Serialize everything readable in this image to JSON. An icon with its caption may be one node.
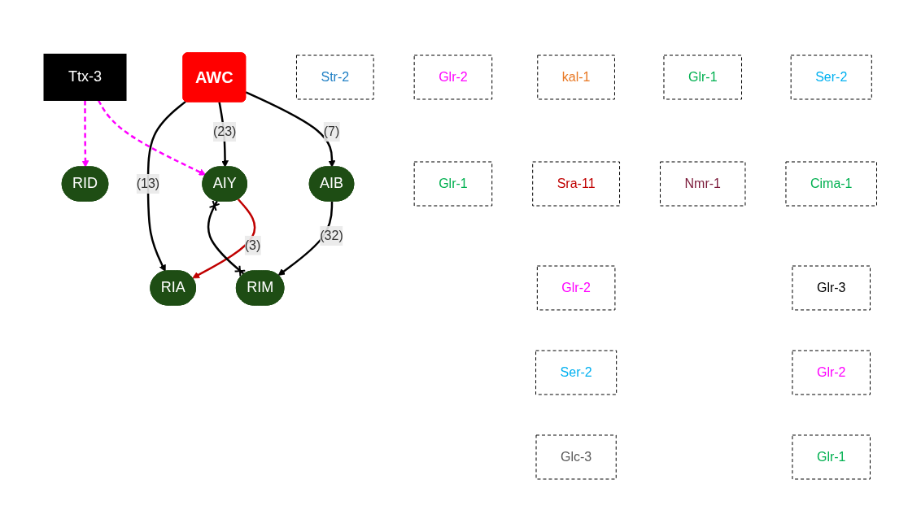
{
  "diagram": {
    "nodes": [
      {
        "text": [
          "Str-2"
        ]
      },
      {
        "text": [
          "AWC"
        ]
      },
      {
        "text": [
          "Ttx-3"
        ]
      },
      {
        "text": [
          "Glr-2"
        ]
      },
      {
        "text": [
          "Glr-1"
        ]
      },
      {
        "text": [
          "kal-1"
        ]
      },
      {
        "text": [
          "Sra-11"
        ]
      },
      {
        "text": [
          "AIB"
        ]
      },
      {
        "text": [
          "AIY"
        ]
      },
      {
        "text": [
          "RID"
        ]
      },
      {
        "text": [
          "Glr-2"
        ]
      },
      {
        "text": [
          "Ser-2"
        ]
      },
      {
        "text": [
          "Glc-3"
        ]
      },
      {
        "text": [
          "Ser-2"
        ]
      },
      {
        "text": [
          "Cima-1"
        ]
      },
      {
        "text": [
          "RIA"
        ]
      },
      {
        "text": [
          "Glr-3"
        ]
      },
      {
        "text": [
          "Glr-2"
        ]
      },
      {
        "text": [
          "Glr-1"
        ]
      },
      {
        "text": [
          "RIM"
        ]
      },
      {
        "text": [
          "Glr-1"
        ]
      },
      {
        "text": [
          "Nmr-1"
        ]
      }
    ],
    "edges": [
      {
        "from": 1,
        "to": 7,
        "arrow": "to",
        "label": "(7)"
      },
      {
        "from": 1,
        "to": 8,
        "arrow": "to",
        "label": "(23)"
      },
      {
        "from": 1,
        "to": 15,
        "arrow": "to",
        "label": "(13)"
      },
      {
        "from": 2,
        "to": 8,
        "arrow": "to",
        "style": "dashed",
        "color": "#ff00ff"
      },
      {
        "from": 2,
        "to": 9,
        "arrow": "to",
        "style": "dashed",
        "color": "#ff00ff"
      },
      {
        "from": 7,
        "to": 19,
        "arrow": "to",
        "label": "(32)"
      },
      {
        "from": 8,
        "to": 15,
        "arrow": "to",
        "label": "(3)",
        "color": "#c00000"
      },
      {
        "from": 8,
        "to": 19,
        "arrow": "other"
      }
    ]
  }
}
